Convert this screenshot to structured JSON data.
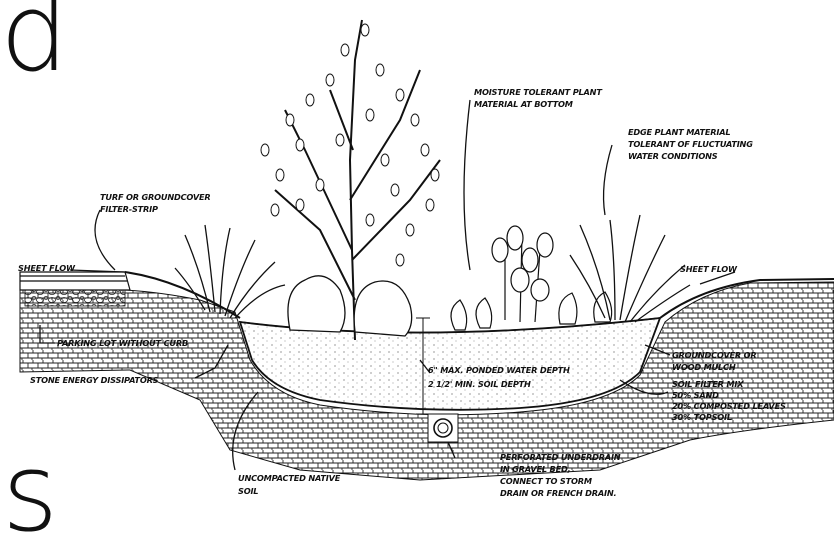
{
  "page": {
    "top_letter": "d",
    "bottom_letter": "s"
  },
  "labels": {
    "moisture_tolerant": [
      "MOISTURE TOLERANT PLANT",
      "MATERIAL AT BOTTOM"
    ],
    "edge_plant": [
      "EDGE PLANT MATERIAL",
      "TOLERANT OF FLUCTUATING",
      "WATER CONDITIONS"
    ],
    "turf_strip": [
      "TURF OR GROUNDCOVER",
      "FILTER-STRIP"
    ],
    "sheet_flow_left": "SHEET FLOW",
    "sheet_flow_right": "SHEET FLOW",
    "parking_lot": "PARKING LOT WITHOUT CURB",
    "stone_dissipators": "STONE ENERGY DISSIPATORS",
    "ponded_depth": "6\" MAX. PONDED WATER DEPTH",
    "soil_depth": "2 1/2' MIN. SOIL DEPTH",
    "groundcover_mulch": [
      "GROUNDCOVER OR",
      "WOOD MULCH"
    ],
    "soil_mix": [
      "SOIL FILTER MIX",
      "50% SAND",
      "20% COMPOSTED LEAVES",
      "30% TOPSOIL"
    ],
    "native_soil": [
      "UNCOMPACTED NATIVE",
      "SOIL"
    ],
    "underdrain": [
      "PERFORATED UNDERDRAIN",
      "IN GRAVEL BED,",
      "CONNECT TO STORM",
      "DRAIN OR FRENCH DRAIN."
    ]
  }
}
